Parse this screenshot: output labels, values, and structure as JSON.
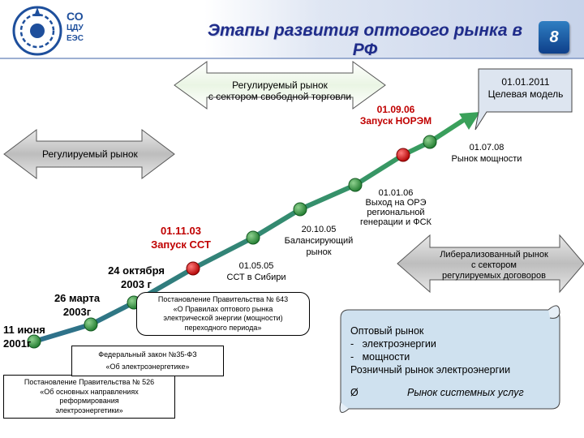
{
  "header": {
    "logo_text_1": "СО",
    "logo_text_2": "ЦДУ",
    "logo_text_3": "ЕЭС",
    "title": "Этапы развития оптового рынка в РФ",
    "page_number": "8"
  },
  "arrows": {
    "regulated_market": "Регулируемый рынок",
    "regulated_free_line1": "Регулируемый рынок",
    "regulated_free_line2": "с сектором свободной торговли",
    "liberalized_line1": "Либерализованный рынок",
    "liberalized_line2": "с сектором",
    "liberalized_line3": "регулируемых договоров"
  },
  "timeline": {
    "d_2001": [
      "11 июня",
      "2001г"
    ],
    "d_2003_03": [
      "26 марта",
      "2003г"
    ],
    "d_2003_10": [
      "24 октября",
      "2003 г"
    ],
    "ssts_start": [
      "01.11.03",
      "Запуск ССТ"
    ],
    "ssts_siberia": [
      "01.05.05",
      "ССТ в Сибири"
    ],
    "balancing": [
      "20.10.05",
      "Балансирующий",
      "рынок"
    ],
    "ore_exit": [
      "01.01.06",
      "Выход на ОРЭ",
      "региональной",
      "генерации и ФСК"
    ],
    "capacity": [
      "01.07.08",
      "Рынок мощности"
    ],
    "norem": [
      "01.09.06",
      "Запуск НОРЭМ"
    ],
    "target": [
      "01.01.2011",
      "Целевая модель"
    ]
  },
  "documents": {
    "decree_526": [
      "Постановление Правительства № 526",
      "«Об основных направлениях",
      "реформирования",
      "электроэнергетики»"
    ],
    "federal_law": [
      "Федеральный закон №35-ФЗ",
      "«Об электроэнергетике»"
    ],
    "decree_643": [
      "Постановление Правительства № 643",
      "«О Правилах оптового рынка",
      "электрической энергии (мощности)",
      "переходного периода»"
    ]
  },
  "scroll": {
    "line1": "Оптовый рынок",
    "line2": "-   электроэнергии",
    "line3": "-   мощности",
    "line4": "Розничный рынок электроэнергии",
    "bullet": "Ø",
    "line5": "Рынок системных услуг"
  },
  "colors": {
    "title": "#1f2c8a",
    "marker_green": "#2e8b3a",
    "marker_red": "#d40000",
    "arrow_fill": "#c9c9c9",
    "arrow_fill_light": "#f2f2f2",
    "scroll_fill": "#cfe1ef"
  }
}
